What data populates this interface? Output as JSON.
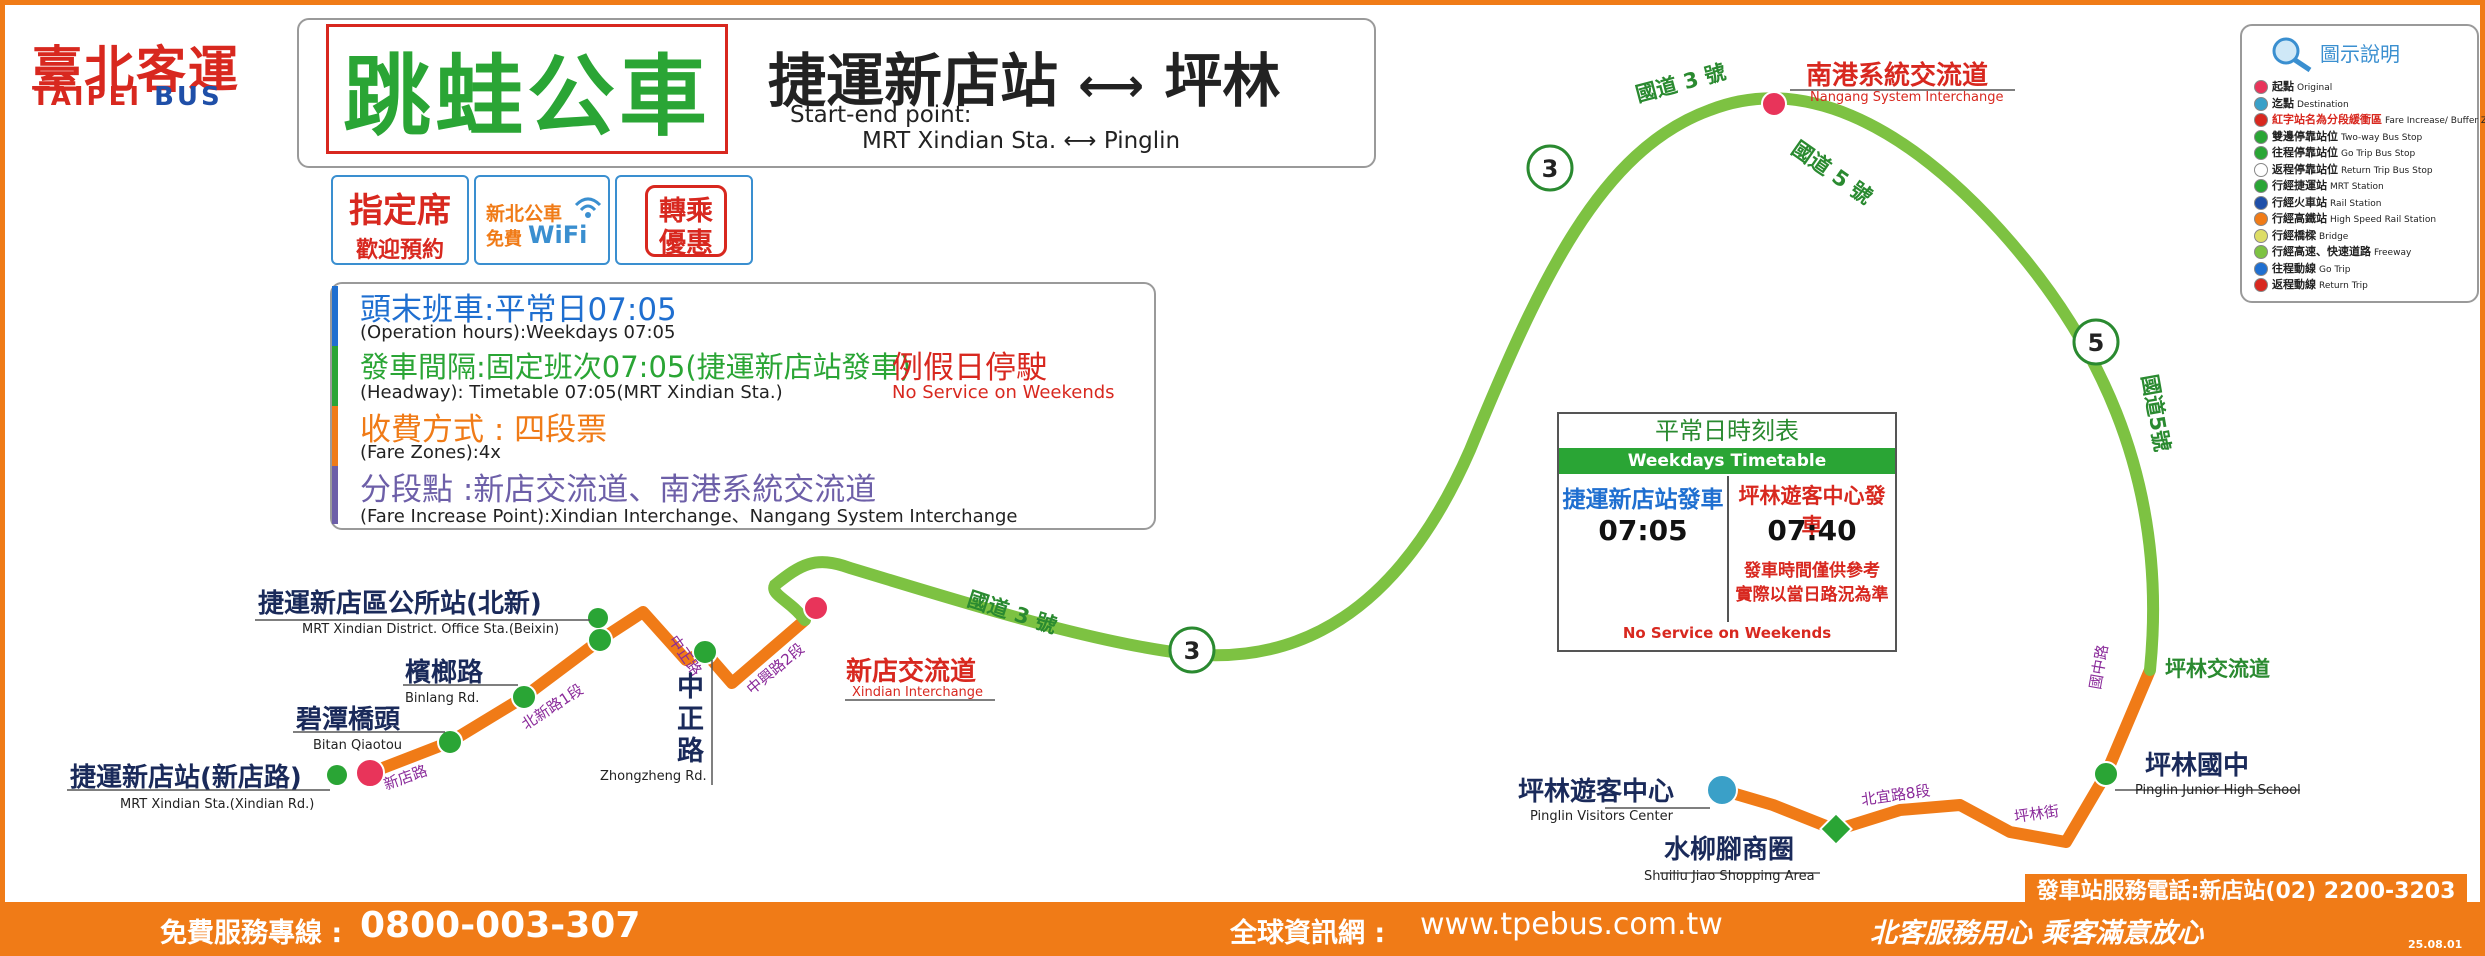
{
  "logo": {
    "zh": "臺北客運",
    "en_taipei": "TAIPEI",
    "en_bus": "BUS"
  },
  "title": {
    "brand": "跳蛙公車",
    "route_zh": "捷運新店站",
    "route_zh_end": "坪林",
    "route_en_label": "Start-end point:",
    "route_en_start": "MRT Xindian Sta.",
    "route_en_end": "Pinglin"
  },
  "badges": {
    "reserve_l1": "指定席",
    "reserve_l2": "歡迎預約",
    "wifi_l1": "新北公車",
    "wifi_l2a": "免費",
    "wifi_l2b": "WiFi",
    "transfer_l1": "轉乘",
    "transfer_l2": "優惠"
  },
  "info": {
    "hours_zh": "頭末班車:平常日07:05",
    "hours_en": "(Operation hours):Weekdays 07:05",
    "headway_zh": "發車間隔:固定班次07:05(捷運新店站發車)",
    "headway_en": "(Headway): Timetable 07:05(MRT Xindian Sta.)",
    "weekend_zh": "例假日停駛",
    "weekend_en": "No Service on Weekends",
    "fare_zh": "收費方式 : 四段票",
    "fare_en": "(Fare Zones):4x",
    "increase_zh": "分段點 :新店交流道、南港系統交流道",
    "increase_en": "(Fare Increase Point):Xindian Interchange、Nangang System Interchange"
  },
  "timetable": {
    "title_zh": "平常日時刻表",
    "title_en": "Weekdays  Timetable",
    "col1_head": "捷運新店站發車",
    "col1_time": "07:05",
    "col2_head": "坪林遊客中心發車",
    "col2_time": "07:40",
    "note_l1": "發車時間僅供參考",
    "note_l2": "實際以當日路況為準",
    "footer": "No Service on Weekends"
  },
  "legend": {
    "title": "圖示說明",
    "rows": [
      {
        "zh": "起點",
        "en": "Original",
        "color": "#e8345a"
      },
      {
        "zh": "迄點",
        "en": "Destination",
        "color": "#3aa0c8"
      },
      {
        "zh": "紅字站名為分段緩衝區",
        "en": "Fare Increase/ Buffer Zone",
        "color": "#d8281f"
      },
      {
        "zh": "雙邊停靠站位",
        "en": "Two-way Bus Stop",
        "color": "#2aa535"
      },
      {
        "zh": "往程停靠站位",
        "en": "Go Trip Bus Stop",
        "color": "#2aa535"
      },
      {
        "zh": "返程停靠站位",
        "en": "Return Trip Bus Stop",
        "color": "#ffffff"
      },
      {
        "zh": "行經捷運站",
        "en": "MRT Station",
        "color": "#2aa535"
      },
      {
        "zh": "行經火車站",
        "en": "Rail Station",
        "color": "#1f4fa8"
      },
      {
        "zh": "行經高鐵站",
        "en": "High Speed Rail Station",
        "color": "#f07b17"
      },
      {
        "zh": "行經橋樑",
        "en": "Bridge",
        "color": "#dddd66"
      },
      {
        "zh": "行經高速、快速道路",
        "en": "Freeway",
        "color": "#7dc242"
      },
      {
        "zh": "往程動線",
        "en": "Go Trip",
        "color": "#1f6fd0"
      },
      {
        "zh": "返程動線",
        "en": "Return Trip",
        "color": "#d8281f"
      }
    ]
  },
  "stops": {
    "s1_zh": "捷運新店站(新店路)",
    "s1_en": "MRT Xindian Sta.(Xindian Rd.)",
    "s2_zh": "碧潭橋頭",
    "s2_en": "Bitan Qiaotou",
    "s3_zh": "檳榔路",
    "s3_en": "Binlang Rd.",
    "s4_zh": "捷運新店區公所站(北新)",
    "s4_en": "MRT Xindian District. Office Sta.(Beixin)",
    "s5_zh": "中正路",
    "s5_en": "Zhongzheng Rd.",
    "s6_zh": "新店交流道",
    "s6_en": "Xindian Interchange",
    "s7_zh": "南港系統交流道",
    "s7_en": "Nangang System Interchange",
    "s8_zh": "坪林交流道",
    "s9_zh": "坪林國中",
    "s9_en": "Pinglin Junior High School",
    "s10_zh": "水柳腳商圈",
    "s10_en": "Shuiliu Jiao Shopping Area",
    "s11_zh": "坪林遊客中心",
    "s11_en": "Pinglin Visitors Center"
  },
  "roads": {
    "r1": "新店路",
    "r2": "北新路1段",
    "r3": "中正路",
    "r4": "中興路2段",
    "r5": "國道 3 號",
    "r6": "國道 3 號",
    "r7": "國道 5 號",
    "r8": "國道5號",
    "r9": "北宜路8段",
    "r10": "坪林街",
    "r11": "國中路",
    "shield3": "3",
    "shield5": "5"
  },
  "footer": {
    "phone_box": "發車站服務電話:新店站(02) 2200-3203",
    "hotline_label": "免費服務專線 :",
    "hotline": "0800-003-307",
    "web_label": "全球資訊網 :",
    "web": "www.tpebus.com.tw",
    "slogan": "北客服務用心  乘客滿意放心",
    "date": "25.08.01"
  }
}
